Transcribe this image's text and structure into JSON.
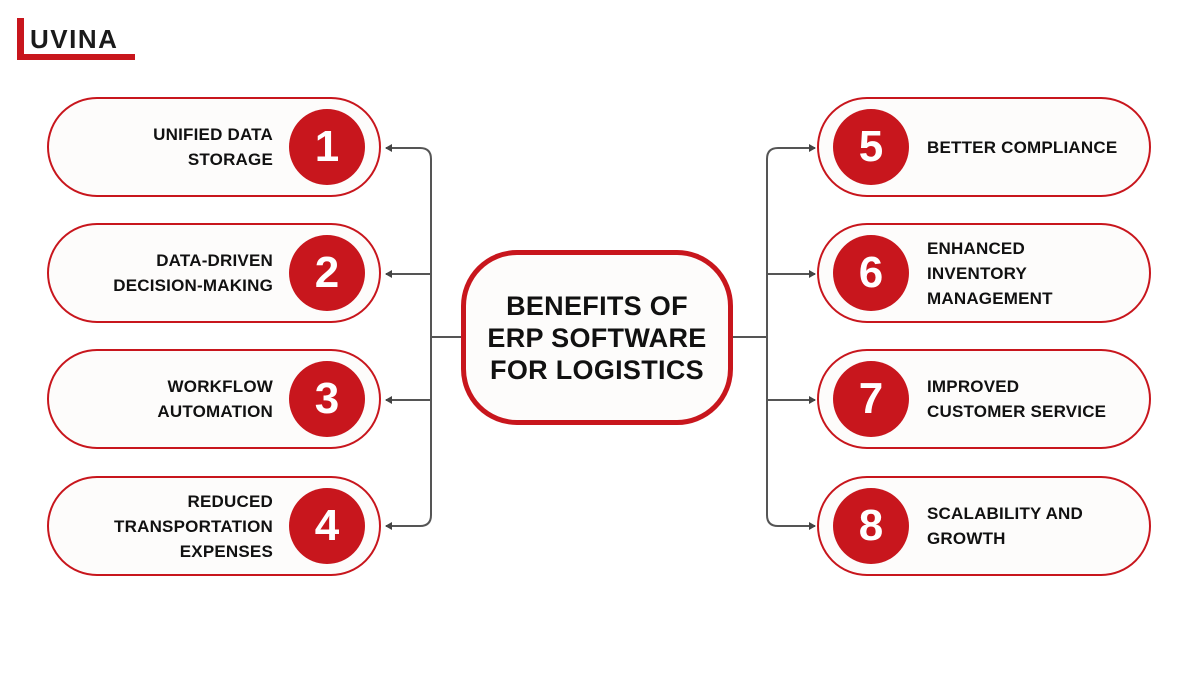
{
  "logo": {
    "text": "UVINA",
    "brand_color": "#c8161d"
  },
  "center": {
    "title_lines": [
      "BENEFITS OF",
      "ERP SOFTWARE",
      "FOR LOGISTICS"
    ]
  },
  "benefits": [
    {
      "number": "1",
      "lines": [
        "UNIFIED DATA",
        "STORAGE"
      ]
    },
    {
      "number": "2",
      "lines": [
        "DATA-DRIVEN",
        "DECISION-MAKING"
      ]
    },
    {
      "number": "3",
      "lines": [
        "WORKFLOW",
        "AUTOMATION"
      ]
    },
    {
      "number": "4",
      "lines": [
        "REDUCED",
        "TRANSPORTATION",
        "EXPENSES"
      ]
    },
    {
      "number": "5",
      "lines": [
        "BETTER COMPLIANCE"
      ]
    },
    {
      "number": "6",
      "lines": [
        "ENHANCED",
        "INVENTORY",
        "MANAGEMENT"
      ]
    },
    {
      "number": "7",
      "lines": [
        "IMPROVED",
        "CUSTOMER SERVICE"
      ]
    },
    {
      "number": "8",
      "lines": [
        "SCALABILITY AND",
        "GROWTH"
      ]
    }
  ],
  "colors": {
    "accent": "#c8161d",
    "text": "#111111",
    "connector": "#444444",
    "pill_fill": "#fdfcfb"
  }
}
